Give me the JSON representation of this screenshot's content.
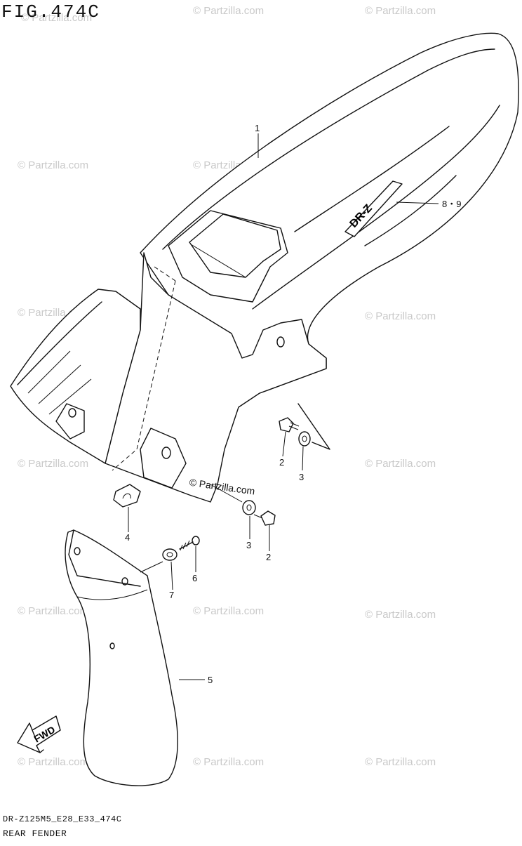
{
  "figure": {
    "title": "FIG.474C",
    "code": "DR-Z125M5_E28_E33_474C",
    "name": "REAR FENDER"
  },
  "watermarks": {
    "repeated": "© Partzilla.com",
    "center": "© Partzilla.com"
  },
  "decal_text": "DR-Z",
  "fwd_label": "FWD",
  "callouts": [
    {
      "id": "c1",
      "label": "1"
    },
    {
      "id": "c89",
      "label": "8・9"
    },
    {
      "id": "c2a",
      "label": "2"
    },
    {
      "id": "c3a",
      "label": "3"
    },
    {
      "id": "c4",
      "label": "4"
    },
    {
      "id": "c3b",
      "label": "3"
    },
    {
      "id": "c2b",
      "label": "2"
    },
    {
      "id": "c6",
      "label": "6"
    },
    {
      "id": "c7",
      "label": "7"
    },
    {
      "id": "c5",
      "label": "5"
    }
  ],
  "colors": {
    "line": "#111111",
    "watermark": "#c9c9c9",
    "background": "#ffffff"
  }
}
